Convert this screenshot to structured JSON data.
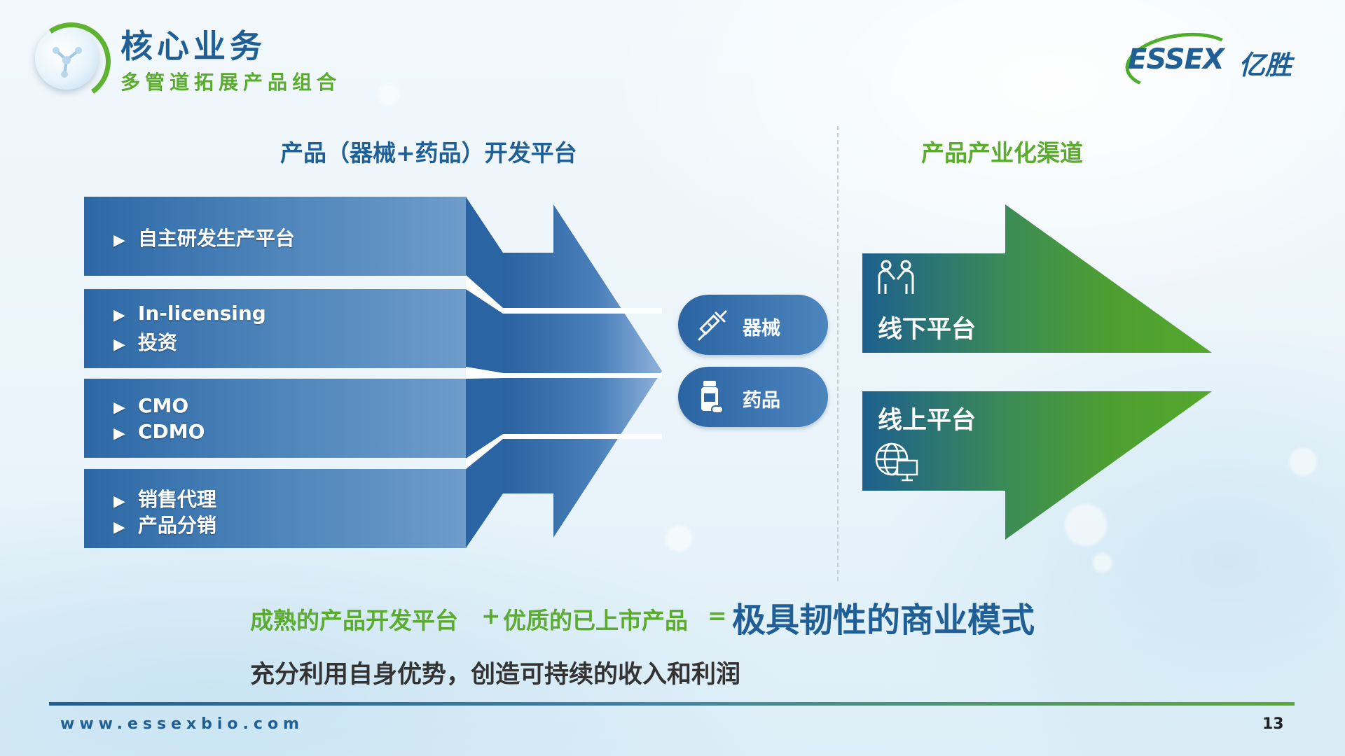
{
  "header": {
    "title": "核心业务",
    "subtitle": "多管道拓展产品组合",
    "brand_en": "ESSEX",
    "brand_cn": "亿胜"
  },
  "left_section": {
    "heading": "产品（器械+药品）开发平台",
    "bars": [
      {
        "lines": [
          "自主研发生产平台"
        ]
      },
      {
        "lines": [
          "In-licensing",
          "投资"
        ]
      },
      {
        "lines": [
          "CMO",
          "CDMO"
        ]
      },
      {
        "lines": [
          "销售代理",
          "产品分销"
        ]
      }
    ]
  },
  "products": {
    "device": {
      "label": "器械",
      "icon": "syringe-icon"
    },
    "drug": {
      "label": "药品",
      "icon": "medicine-bottle-icon"
    }
  },
  "right_section": {
    "heading": "产品产业化渠道",
    "offline": {
      "label": "线下平台",
      "icon": "people-handshake-icon"
    },
    "online": {
      "label": "线上平台",
      "icon": "globe-computer-icon"
    }
  },
  "formula": {
    "part1": "成熟的产品开发平台",
    "plus": "+",
    "part2": "优质的已上市产品",
    "equals": "=",
    "result": "极具韧性的商业模式"
  },
  "tagline": "充分利用自身优势，创造可持续的收入和利润",
  "footer": {
    "website": "www.essexbio.com",
    "page_number": "13"
  },
  "colors": {
    "primary_blue": "#1f5f96",
    "accent_green": "#5aab2e",
    "bar_blue": "#2d68a6"
  }
}
